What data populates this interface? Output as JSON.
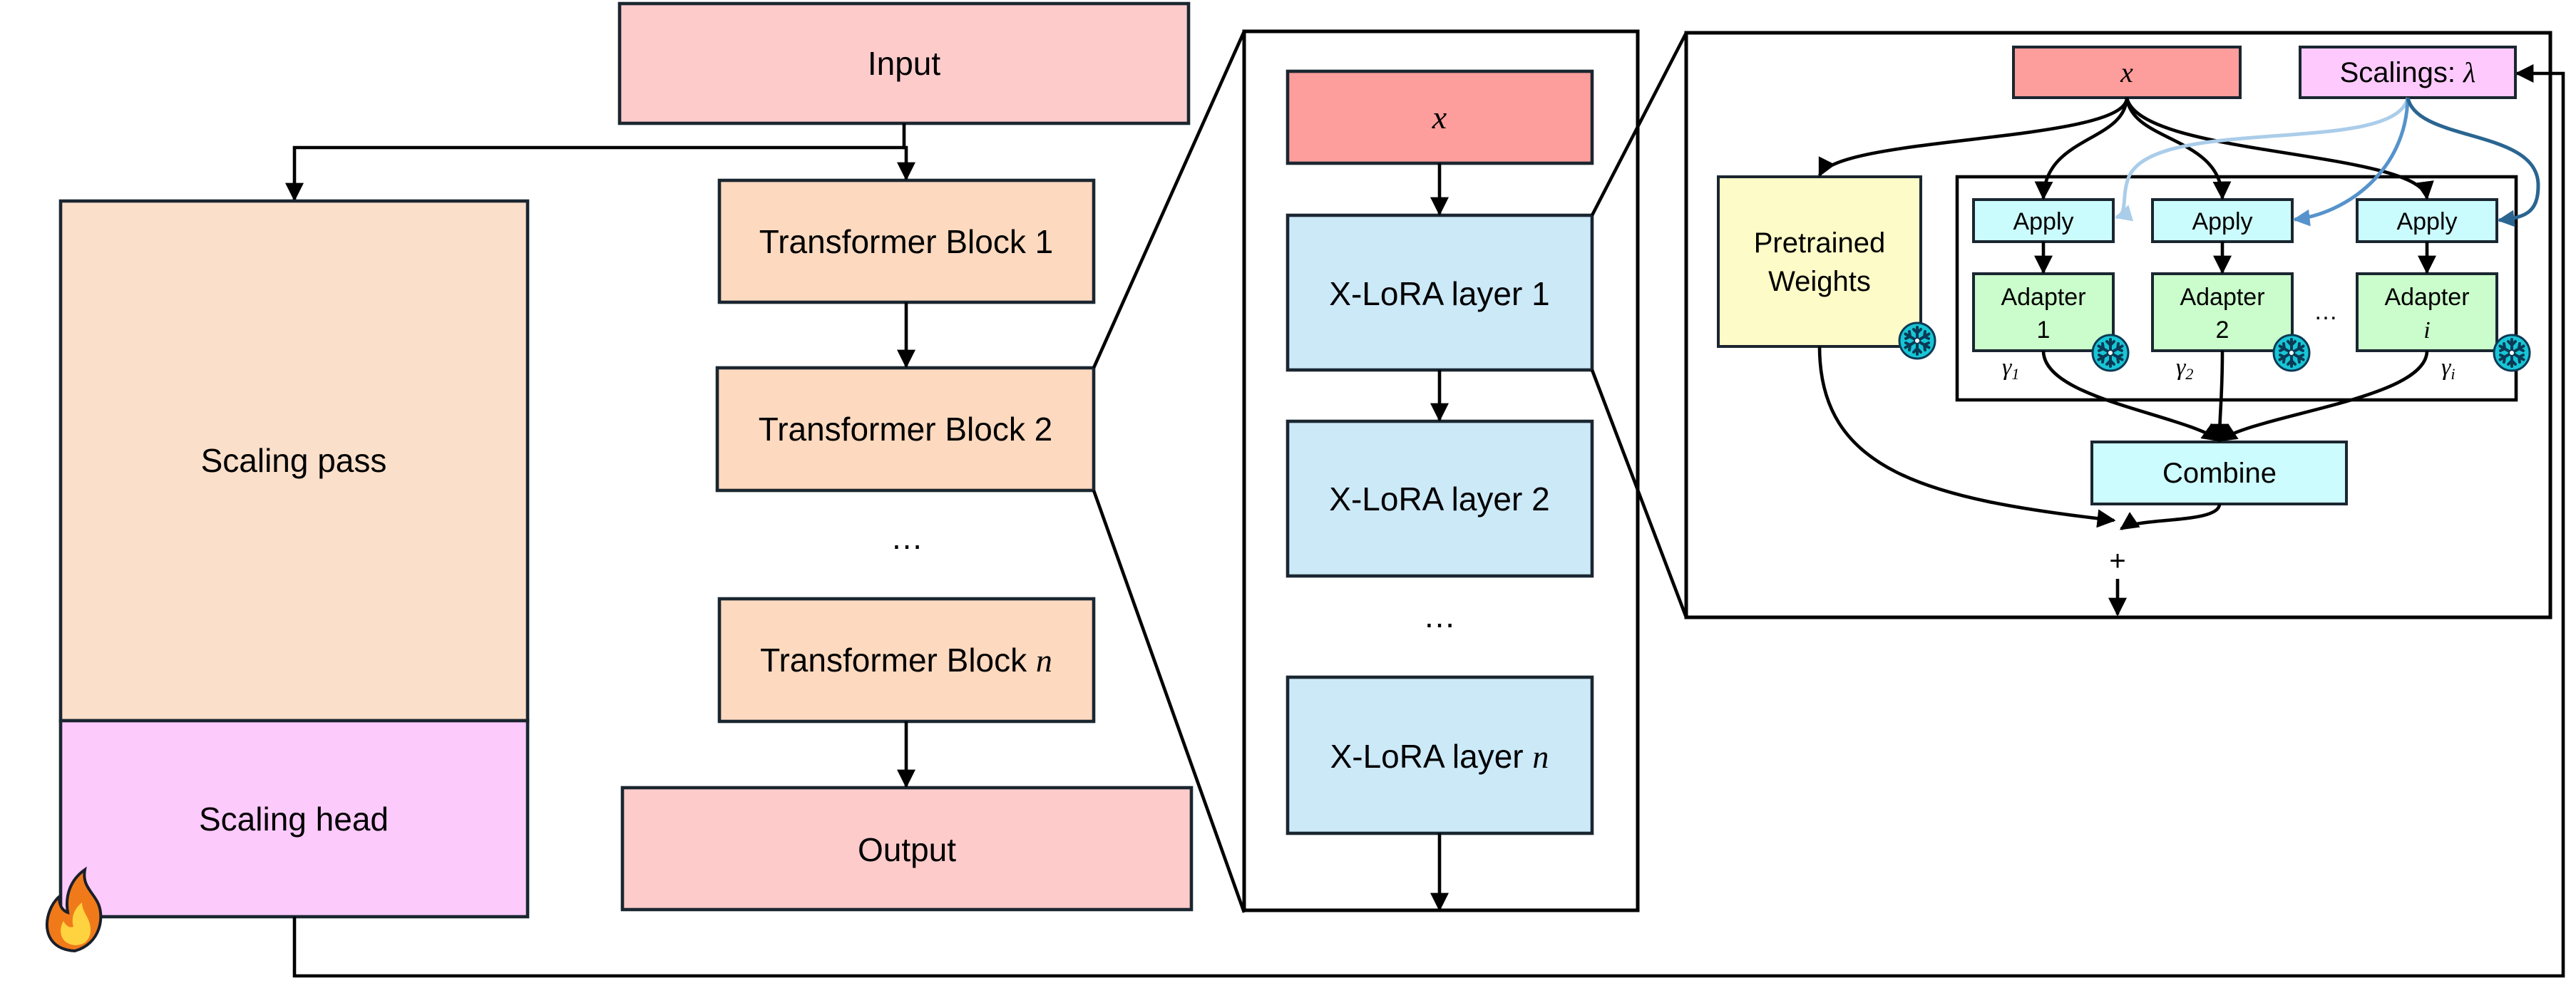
{
  "colors": {
    "io_box": "#fecbcb",
    "transformer_box": "#fcd9bf",
    "scaling_pass": "#fadfca",
    "scaling_head": "#fdcafc",
    "xlora_layer": "#cce9f8",
    "x_input": "#fd9d9c",
    "pretrained": "#fdfbc7",
    "apply": "#cbfcfd",
    "adapter": "#cafdcb",
    "combine": "#ccfcfd",
    "scalings": "#fecafd",
    "arrow_light": "#aacde9",
    "arrow_mid": "#5693cc",
    "arrow_dark": "#2a6591"
  },
  "model": {
    "input": "Input",
    "block1": "Transformer Block 1",
    "block2": "Transformer Block 2",
    "ellipsis": "…",
    "blockn_prefix": "Transformer Block ",
    "blockn_var": "n",
    "output": "Output"
  },
  "scaling": {
    "pass": "Scaling pass",
    "head": "Scaling head",
    "trainable_icon": "fire-icon"
  },
  "xlora": {
    "x": "x",
    "layer1": "X-LoRA layer 1",
    "layer2": "X-LoRA layer 2",
    "ellipsis": "…",
    "layern_prefix": "X-LoRA layer ",
    "layern_var": "n"
  },
  "detail": {
    "x": "x",
    "scalings_prefix": "Scalings: ",
    "scalings_var": "λ",
    "pretrained_line1": "Pretrained",
    "pretrained_line2": "Weights",
    "frozen_icon": "snowflake-icon",
    "apply": "Apply",
    "adapter_word": "Adapter",
    "adapter1_num": "1",
    "adapter2_num": "2",
    "adapteri_num": "i",
    "gamma": "γ",
    "gamma1_sub": "1",
    "gamma2_sub": "2",
    "gammai_sub": "i",
    "ellipsis": "…",
    "combine": "Combine",
    "plus": "+"
  }
}
